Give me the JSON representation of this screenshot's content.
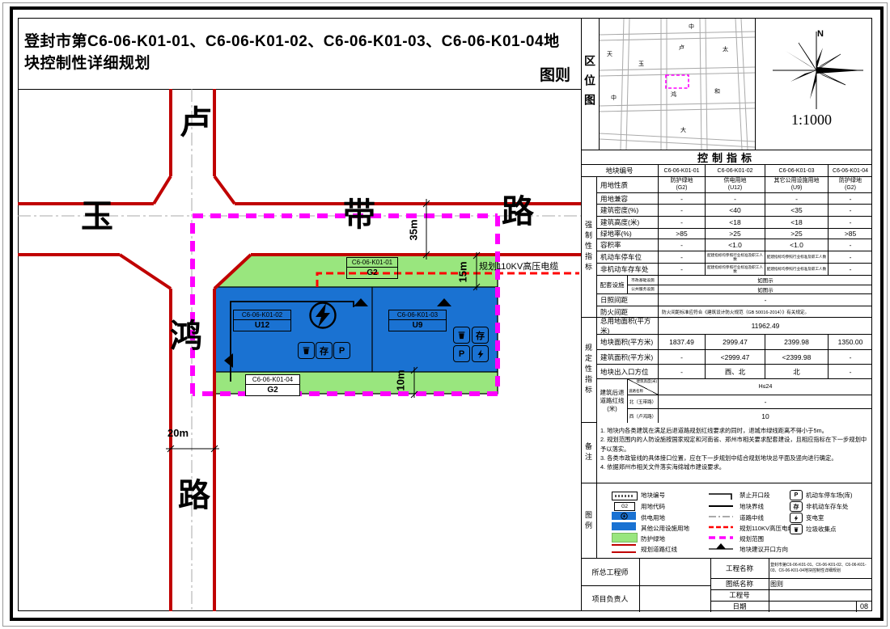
{
  "title": {
    "line1": "登封市第C6-06-K01-01、C6-06-K01-02、C6-06-K01-03、C6-06-K01-04地块控制性详细规划",
    "line2": "图则"
  },
  "colors": {
    "parcel_blue": "#1a72d2",
    "parcel_green": "#99e67e",
    "scope_magenta": "#ff00ff",
    "road_red": "#c00000",
    "cable_red": "#ff0000"
  },
  "location_map": {
    "label": "区位图",
    "north": "N",
    "scale": "1:1000",
    "streets": [
      "天",
      "中",
      "卢",
      "太",
      "玉",
      "鸿",
      "和",
      "中",
      "大"
    ]
  },
  "map": {
    "roads": {
      "v_top": "卢",
      "v_mid": "鸿",
      "v_bot": "路",
      "h_left": "玉",
      "h_mid": "带",
      "h_right": "路"
    },
    "dims": {
      "d35": "35m",
      "d15": "15m",
      "d10": "10m",
      "d20": "20m"
    },
    "cable_label": "规划110KV高压电缆",
    "parcels": {
      "p1": {
        "code": "C6-06-K01-01",
        "use": "G2"
      },
      "p2": {
        "code": "C6-06-K01-02",
        "use": "U12"
      },
      "p3": {
        "code": "C6-06-K01-03",
        "use": "U9"
      },
      "p4": {
        "code": "C6-06-K01-04",
        "use": "G2"
      }
    },
    "icon_labels": {
      "park": "P",
      "bike": "存"
    }
  },
  "table": {
    "title": "控制指标",
    "col_header_label": "地块编号",
    "cols": [
      "C6-06-K01-01",
      "C6-06-K01-02",
      "C6-06-K01-03",
      "C6-06-K01-04"
    ],
    "mandatory_label": "强制性指标",
    "prescriptive_label": "规定性指标",
    "rows": {
      "use": {
        "label": "用地性质",
        "v": [
          "防护绿地\n(G2)",
          "供电用地\n(U12)",
          "其它公用设施用地\n(U9)",
          "防护绿地\n(G2)"
        ]
      },
      "compat": {
        "label": "用地兼容",
        "v": [
          "-",
          "-",
          "-",
          "-"
        ]
      },
      "density": {
        "label": "建筑密度(%)",
        "v": [
          "-",
          "<40",
          "<35",
          "-"
        ]
      },
      "height": {
        "label": "建筑高度(米)",
        "v": [
          "-",
          "<18",
          "<18",
          "-"
        ]
      },
      "green": {
        "label": "绿地率(%)",
        "v": [
          ">85",
          ">25",
          ">25",
          ">85"
        ]
      },
      "far": {
        "label": "容积率",
        "v": [
          "-",
          "<1.0",
          "<1.0",
          "-"
        ]
      },
      "parking": {
        "label": "机动车停车位",
        "v": [
          "-",
          "配建指标均参照行业标准及职工人数",
          "配建指标均参照行业标准及职工人数",
          "-"
        ]
      },
      "bike": {
        "label": "非机动车存车处",
        "v": [
          "-",
          "配建指标均参照行业标准及职工人数",
          "配建指标均参照行业标准及职工人数",
          "-"
        ]
      },
      "facilities": {
        "label": "配套设施",
        "sub1": "市政基础设施",
        "sub2": "公共服务设施",
        "v1": "如图示",
        "v2": "如图示"
      },
      "sunlight": {
        "label": "日照间距",
        "v": "-"
      },
      "fire": {
        "label": "防火间距",
        "v": "防火间距标准应符合《建筑设计防火规范（GB 50016-2014）》有关规定。"
      },
      "total_area": {
        "label": "总用地面积(平方米)",
        "v": "11962.49"
      },
      "area": {
        "label": "地块面积(平方米)",
        "v": [
          "1837.49",
          "2999.47",
          "2399.98",
          "1350.00"
        ]
      },
      "build_area": {
        "label": "建筑面积(平方米)",
        "v": [
          "-",
          "<2999.47",
          "<2399.98",
          "-"
        ]
      },
      "entry": {
        "label": "地块出入口方位",
        "v": [
          "-",
          "西、北",
          "北",
          "-"
        ]
      },
      "setback": {
        "label": "建筑后退道路红线(米)",
        "diag_top": "建筑高度(米)",
        "diag_bottom": "道路名称",
        "diag_value": "H≤24",
        "north_label": "北（玉带路）",
        "north_value": "-",
        "west_label": "西（卢鸿路）",
        "west_value": "10"
      }
    }
  },
  "notes": {
    "label": "备注",
    "items": [
      "1. 地块内各类建筑在满足后退道路规划红线要求的同时，退城市绿线距离不得小于5m。",
      "2. 规划范围内的人防设施按国家规定和河南省、郑州市相关要求配套建设，且相应指标在下一步规划中予以落实。",
      "3. 各类市政管线的具体接口位置，应在下一步规划中结合规划地块总平面及竖向进行确定。",
      "4. 依据郑州市相关文件落实海绵城市建设要求。"
    ]
  },
  "legend": {
    "label": "图例",
    "code_sample": "G2",
    "colA": [
      "地块编号",
      "用地代码",
      "供电用地",
      "其他公用设施用地",
      "防护绿地",
      "规划道路红线"
    ],
    "colB": [
      "禁止开口段",
      "地块界线",
      "道路中线",
      "规划110KV高压电缆",
      "规划范围",
      "地块建议开口方向"
    ],
    "colC": [
      "机动车停车场(库)",
      "非机动车存车处",
      "变电室",
      "垃圾收集点"
    ]
  },
  "titleblock": {
    "chief_label": "所总工程师",
    "pm_label": "项目负责人",
    "project_label": "工程名称",
    "project_value": "登封市第C6-06-K01-01、C6-06-K01-02、C6-06-K01-03、C6-06-K01-04地块控制性详细规划",
    "sheet_label": "图纸名称",
    "sheet_value": "图则",
    "number_label": "工程号",
    "date_label": "日期",
    "page": "08"
  }
}
